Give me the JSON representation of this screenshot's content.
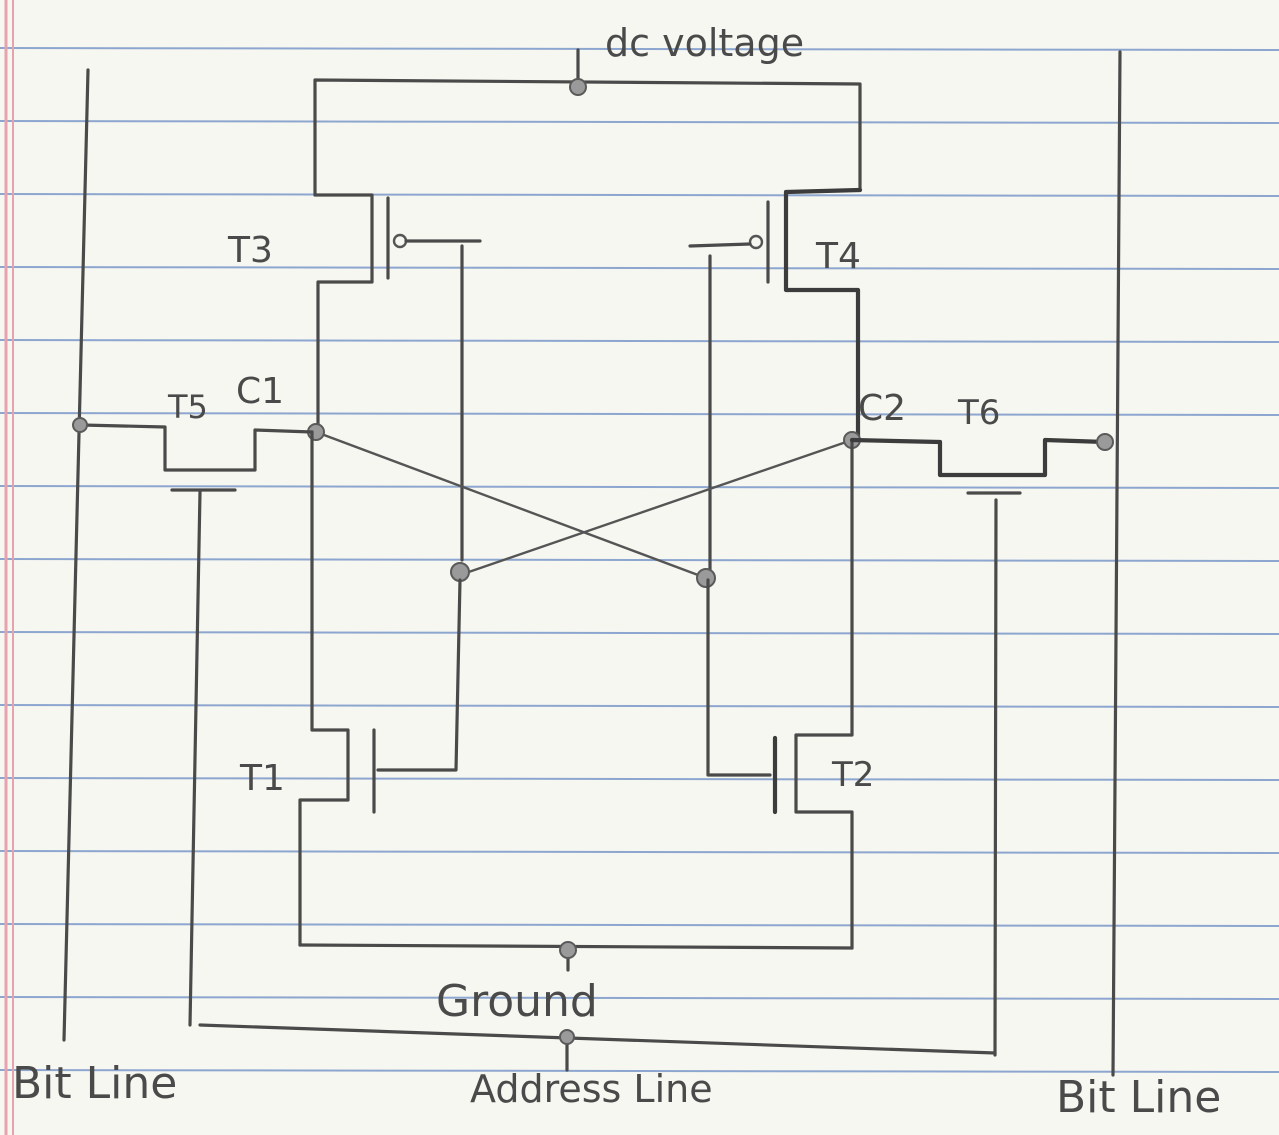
{
  "labels": {
    "dc_voltage": "dc voltage",
    "ground": "Ground",
    "address_line": "Address Line",
    "bit_line_left": "Bit Line",
    "bit_line_right": "Bit Line",
    "node_c1": "C1",
    "node_c2": "C2"
  },
  "transistors": {
    "t1": "T1",
    "t2": "T2",
    "t3": "T3",
    "t4": "T4",
    "t5": "T5",
    "t6": "T6"
  },
  "colors": {
    "paper": "#f7f7f1",
    "ruled_line": "#8da6cf",
    "margin_line": "#e7a3ad",
    "pencil": "#4a4a4a"
  }
}
